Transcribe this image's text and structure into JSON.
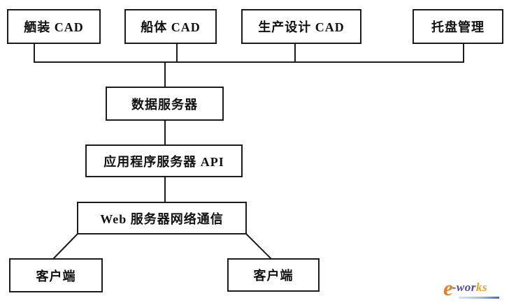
{
  "diagram": {
    "top_row": [
      {
        "label": "舾装 CAD"
      },
      {
        "label": "船体 CAD"
      },
      {
        "label": "生产设计 CAD"
      },
      {
        "label": "托盘管理"
      }
    ],
    "middle": {
      "data_server": "数据服务器",
      "app_server_api": "应用程序服务器 API",
      "web_server": "Web 服务器网络通信"
    },
    "clients": [
      {
        "label": "客户端"
      },
      {
        "label": "客户端"
      }
    ],
    "colors": {
      "line": "#1c1c1c",
      "box_fill": "#ffffff",
      "text": "#111111"
    }
  },
  "watermark": {
    "e": "e",
    "wor": "-wor",
    "ks": "ks",
    "colors": {
      "e": "#ee7b1d",
      "wor": "#4a4aa8",
      "ks": "#f59f1e",
      "bar_from": "#d9e6f7",
      "bar_to": "#3a6fc4"
    }
  }
}
